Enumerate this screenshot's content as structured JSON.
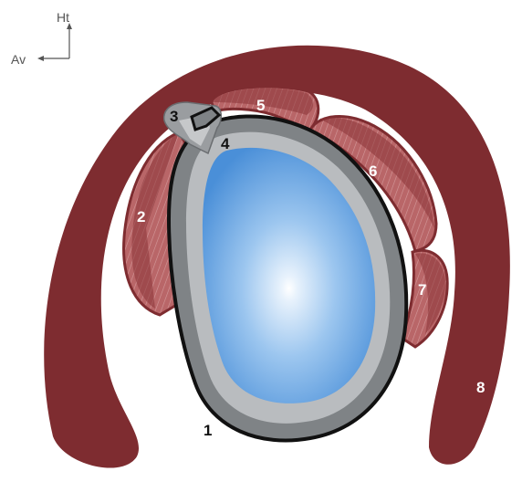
{
  "orientation": {
    "up_label": "Ht",
    "left_label": "Av"
  },
  "labels": {
    "l1": "1",
    "l2": "2",
    "l3": "3",
    "l4": "4",
    "l5": "5",
    "l6": "6",
    "l7": "7",
    "l8": "8"
  },
  "colors": {
    "muscle_dark": "#7e2c30",
    "muscle_band": "#b46264",
    "outer_shell": "#7f8386",
    "inner_shell": "#b9bcbf",
    "fluid_center": "#ffffff",
    "fluid_edge": "#4a8fd8"
  }
}
